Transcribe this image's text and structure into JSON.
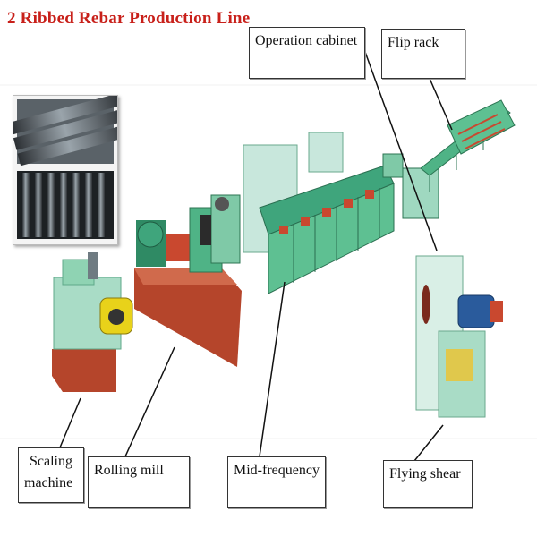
{
  "title": "2 Ribbed Rebar Production Line",
  "labels": {
    "operation_cabinet": "Operation cabinet",
    "flip_rack": "Flip rack",
    "scaling_machine_line1": "Scaling",
    "scaling_machine_line2": "machine",
    "rolling_mill": "Rolling mill",
    "mid_frequency": "Mid-frequency",
    "flying_shear": "Flying shear"
  },
  "colors": {
    "title_red": "#c8201a",
    "machine_green": "#3fa57c",
    "machine_light": "#8fd3b3",
    "base_red": "#b5452b",
    "blue_motor": "#2a5b9c"
  }
}
